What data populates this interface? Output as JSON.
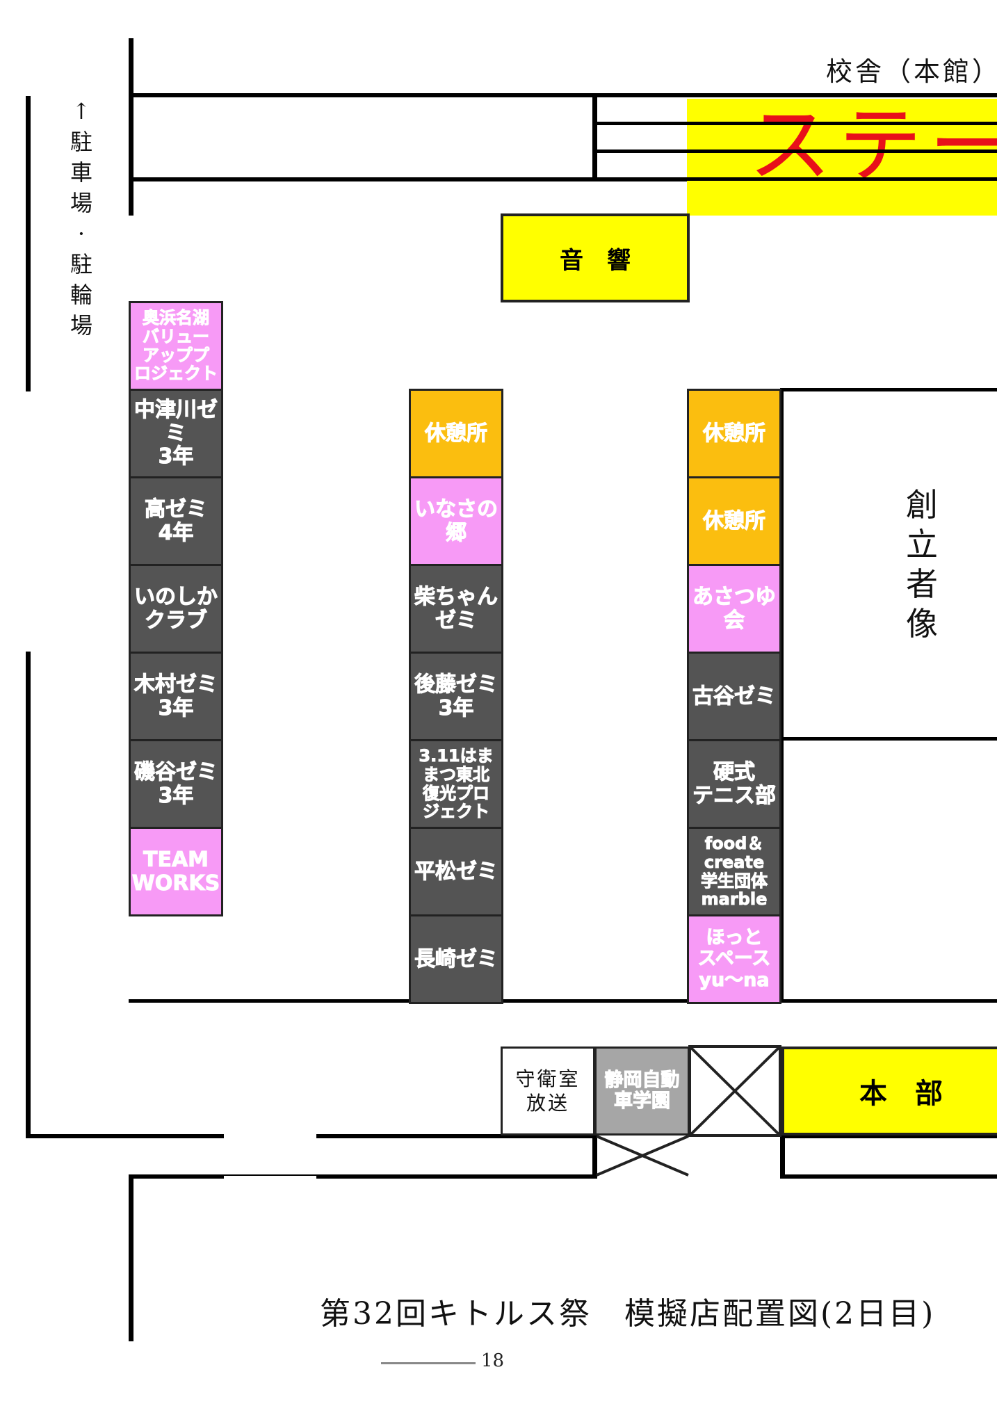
{
  "map": {
    "title": "第32回キトルス祭　模擬店配置図(2日目)",
    "page_number": "18",
    "building_label": "校舎（本館）",
    "stage_label": "ステージ",
    "parking_label": [
      "↑",
      "駐",
      "車",
      "場",
      "·",
      "駐",
      "輪",
      "場"
    ],
    "statue_label": [
      "創",
      "立",
      "者",
      "像"
    ],
    "sound_label": "音　響",
    "headquarters_label": "本　部",
    "guard_room_label": "守衛室\n放送"
  },
  "colors": {
    "dark_booth": "#545454",
    "pink_booth": "#f79af6",
    "orange_booth": "#fbbe0f",
    "yellow": "#ffff00",
    "gray_booth": "#a6a6a6",
    "stage_text": "#e8101a",
    "lines": "#000000"
  },
  "booths": {
    "left_column": [
      {
        "label": "奥浜名湖\nバリュー\nアッププ\nロジェクト",
        "type": "pink"
      },
      {
        "label": "中津川ゼミ\n3年",
        "type": "dark"
      },
      {
        "label": "高ゼミ\n4年",
        "type": "dark"
      },
      {
        "label": "いのしか\nクラブ",
        "type": "dark"
      },
      {
        "label": "木村ゼミ\n3年",
        "type": "dark"
      },
      {
        "label": "磯谷ゼミ\n3年",
        "type": "dark"
      },
      {
        "label": "TEAM\nWORKS",
        "type": "pink"
      }
    ],
    "middle_column": [
      {
        "label": "休憩所",
        "type": "orange"
      },
      {
        "label": "いなさの\n郷",
        "type": "pink"
      },
      {
        "label": "柴ちゃん\nゼミ",
        "type": "dark"
      },
      {
        "label": "後藤ゼミ\n3年",
        "type": "dark"
      },
      {
        "label": "3.11はま\nまつ東北\n復光プロ\nジェクト",
        "type": "dark"
      },
      {
        "label": "平松ゼミ",
        "type": "dark"
      },
      {
        "label": "長崎ゼミ",
        "type": "dark"
      }
    ],
    "right_column": [
      {
        "label": "休憩所",
        "type": "orange"
      },
      {
        "label": "休憩所",
        "type": "orange"
      },
      {
        "label": "あさつゆ\n会",
        "type": "pink"
      },
      {
        "label": "古谷ゼミ",
        "type": "dark"
      },
      {
        "label": "硬式\nテニス部",
        "type": "dark"
      },
      {
        "label": "food＆\ncreate\n学生団体\nmarble",
        "type": "dark"
      },
      {
        "label": "ほっと\nスペース\nyu～na",
        "type": "pink"
      }
    ],
    "driving_school": {
      "label": "静岡自動\n車学園",
      "type": "gray"
    }
  }
}
